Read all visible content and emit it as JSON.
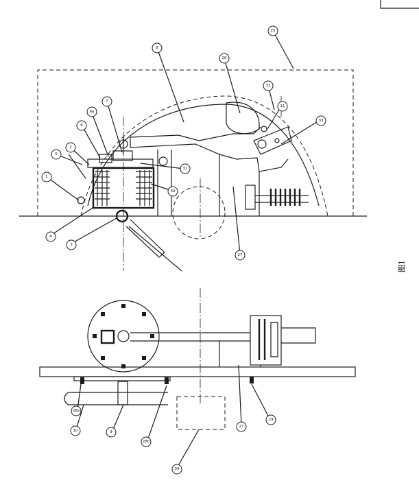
{
  "labels": {
    "l1": "1",
    "l2": "2",
    "l3": "3",
    "l4": "4",
    "l5": "5",
    "l6": "6",
    "l6a": "6a",
    "l7": "7",
    "l8": "8",
    "l9": "9",
    "l10": "10",
    "l11": "11",
    "l25": "25",
    "l26": "26",
    "l27a": "27",
    "l27b": "27",
    "l28a": "28a",
    "l28b": "28b",
    "l29": "29",
    "l30": "30",
    "l31": "31",
    "l32": "32",
    "l33": "33",
    "l34": "34"
  },
  "figure_label": "图1"
}
